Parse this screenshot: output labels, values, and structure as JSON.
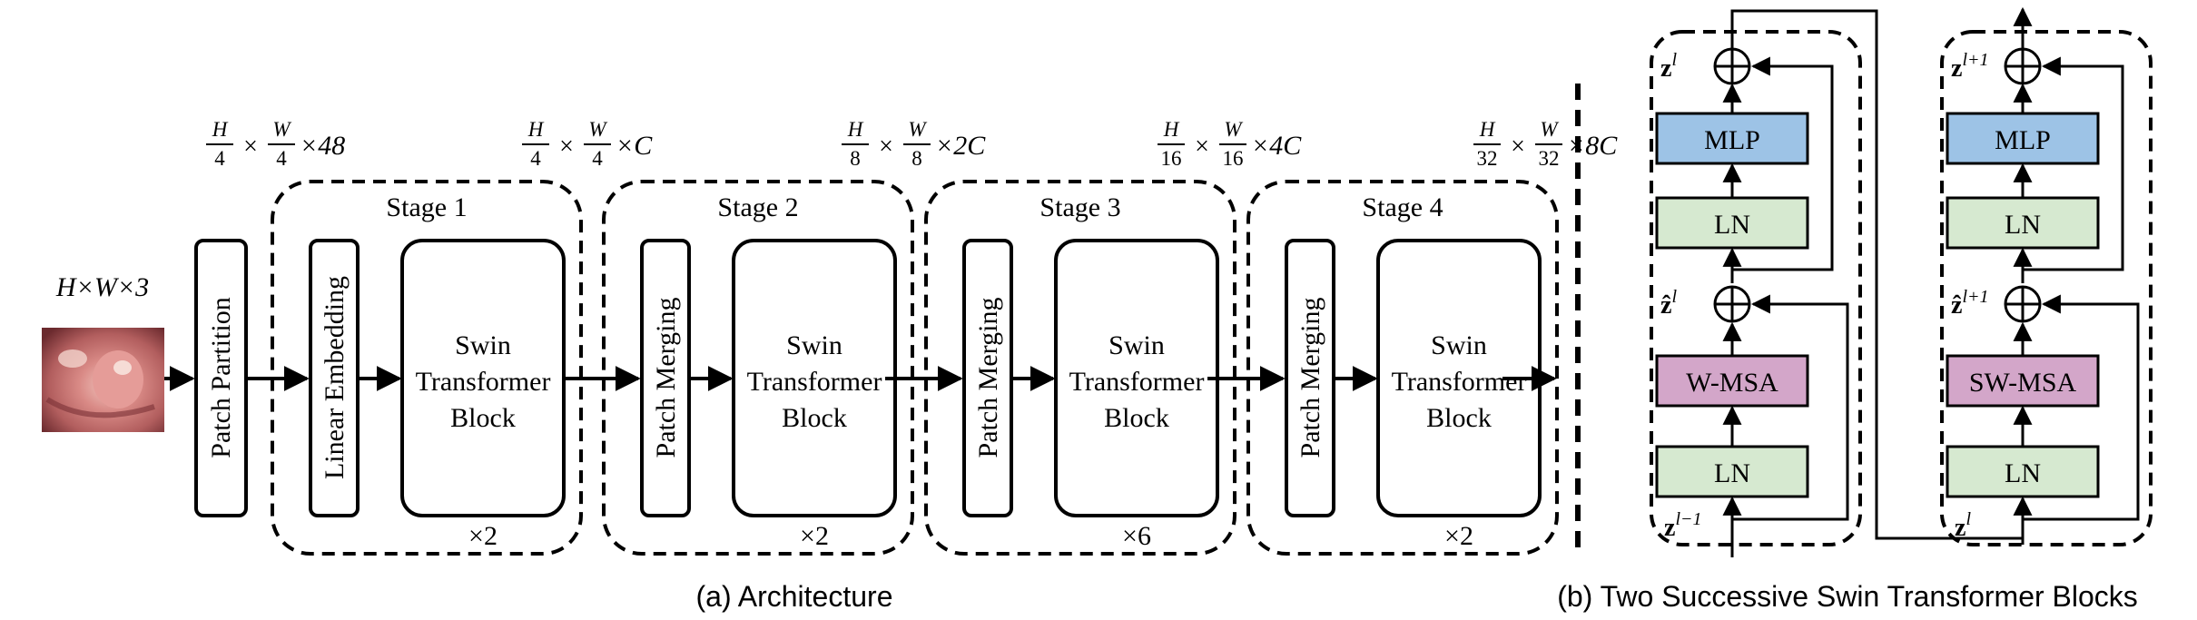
{
  "architecture": {
    "input_dims": "H×W×3",
    "input_image_icon": "endoscopy-polyp-image",
    "patch_partition_label": "Patch Partition",
    "dims": {
      "after_partition": {
        "h": "H",
        "hden": "4",
        "w": "W",
        "wden": "4",
        "mult": "×48"
      },
      "stage1": {
        "h": "H",
        "hden": "4",
        "w": "W",
        "wden": "4",
        "mult": "×C"
      },
      "stage2": {
        "h": "H",
        "hden": "8",
        "w": "W",
        "wden": "8",
        "mult": "×2C"
      },
      "stage3": {
        "h": "H",
        "hden": "16",
        "w": "W",
        "wden": "16",
        "mult": "×4C"
      },
      "stage4": {
        "h": "H",
        "hden": "32",
        "w": "W",
        "wden": "32",
        "mult": "×8C"
      }
    },
    "times": "×",
    "stages": [
      {
        "title": "Stage 1",
        "prefix_label": "Linear Embedding",
        "block_lines": [
          "Swin",
          "Transformer",
          "Block"
        ],
        "repeat": "×2"
      },
      {
        "title": "Stage 2",
        "prefix_label": "Patch Merging",
        "block_lines": [
          "Swin",
          "Transformer",
          "Block"
        ],
        "repeat": "×2"
      },
      {
        "title": "Stage 3",
        "prefix_label": "Patch Merging",
        "block_lines": [
          "Swin",
          "Transformer",
          "Block"
        ],
        "repeat": "×6"
      },
      {
        "title": "Stage 4",
        "prefix_label": "Patch Merging",
        "block_lines": [
          "Swin",
          "Transformer",
          "Block"
        ],
        "repeat": "×2"
      }
    ],
    "caption": "(a) Architecture"
  },
  "blocks": {
    "left": {
      "mlp": "MLP",
      "ln_top": "LN",
      "attn": "W-MSA",
      "ln_bottom": "LN",
      "z_out": "z",
      "z_out_sup": "l",
      "z_mid": "ẑ",
      "z_mid_sup": "l",
      "z_in": "z",
      "z_in_sup": "l−1"
    },
    "right": {
      "mlp": "MLP",
      "ln_top": "LN",
      "attn": "SW-MSA",
      "ln_bottom": "LN",
      "z_out": "z",
      "z_out_sup": "l+1",
      "z_mid": "ẑ",
      "z_mid_sup": "l+1",
      "z_in": "z",
      "z_in_sup": "l"
    },
    "colors": {
      "mlp": "#9dc3e6",
      "ln": "#d6e9d0",
      "attn": "#d3a6c9"
    },
    "caption": "(b) Two Successive Swin Transformer Blocks"
  }
}
